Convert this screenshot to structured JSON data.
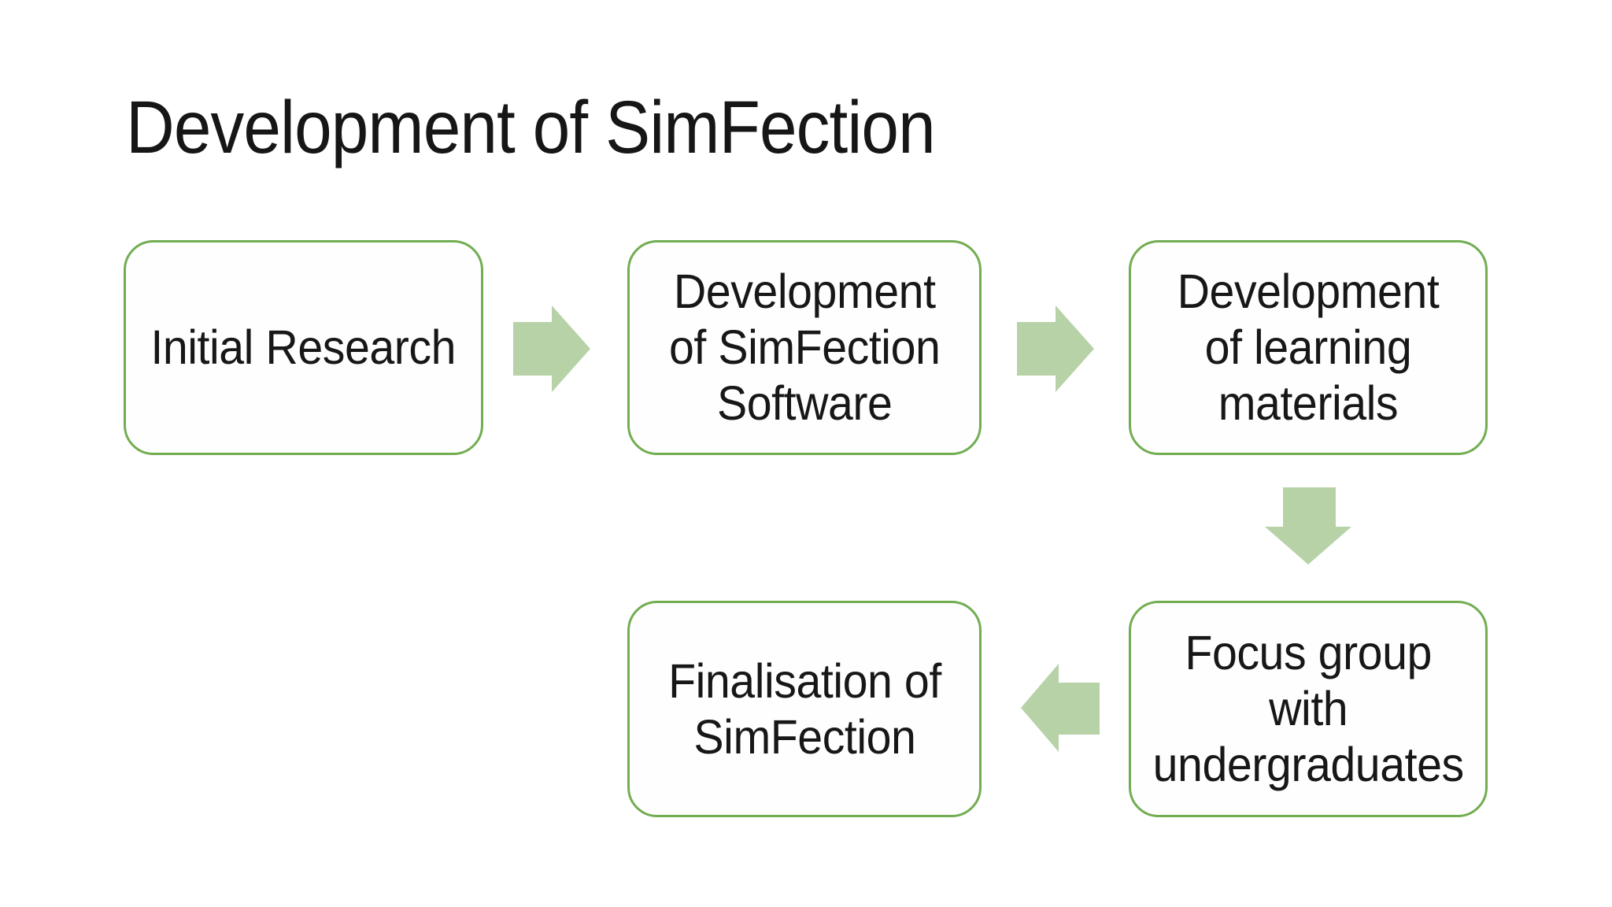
{
  "theme": {
    "background": "#ffffff",
    "box_fill": "#fefefe",
    "box_border": "#72ad52",
    "arrow_fill": "#b8d2a8",
    "title_color": "#161616",
    "text_color": "#171717"
  },
  "slide": {
    "title": "Development of SimFection"
  },
  "flowchart": {
    "steps": [
      {
        "id": 1,
        "label": "Initial Research"
      },
      {
        "id": 2,
        "label": "Development\nof SimFection\nSoftware"
      },
      {
        "id": 3,
        "label": "Development\nof learning\nmaterials"
      },
      {
        "id": 4,
        "label": "Focus group\nwith\nundergraduates"
      },
      {
        "id": 5,
        "label": "Finalisation of\nSimFection"
      }
    ],
    "connectors": [
      {
        "direction": "right",
        "from": "Initial Research",
        "to": "Development of SimFection Software"
      },
      {
        "direction": "right",
        "from": "Development of SimFection Software",
        "to": "Development of learning materials"
      },
      {
        "direction": "down",
        "from": "Development of learning materials",
        "to": "Focus group with undergraduates"
      },
      {
        "direction": "left",
        "from": "Focus group with undergraduates",
        "to": "Finalisation of SimFection"
      }
    ]
  }
}
